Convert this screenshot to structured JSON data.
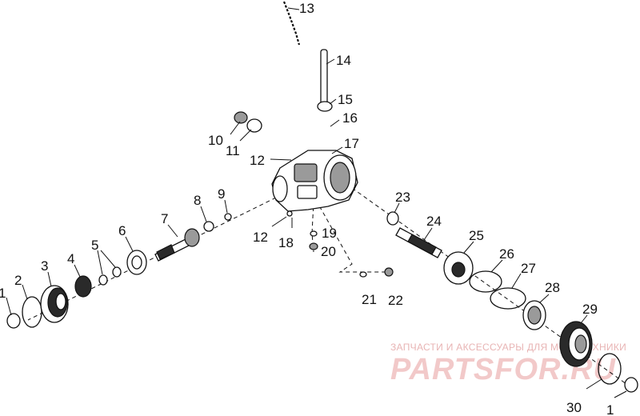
{
  "callouts": {
    "c1a": "1",
    "c2": "2",
    "c3": "3",
    "c4": "4",
    "c5": "5",
    "c6": "6",
    "c7": "7",
    "c8": "8",
    "c9": "9",
    "c10": "10",
    "c11": "11",
    "c12a": "12",
    "c12b": "12",
    "c13": "13",
    "c14": "14",
    "c15": "15",
    "c16": "16",
    "c17": "17",
    "c18": "18",
    "c19": "19",
    "c20": "20",
    "c21": "21",
    "c22": "22",
    "c23": "23",
    "c24": "24",
    "c25": "25",
    "c26": "26",
    "c27": "27",
    "c28": "28",
    "c29": "29",
    "c30": "30",
    "c1b": "1"
  },
  "watermark": {
    "tagline": "ЗАПЧАСТИ И АКСЕССУАРЫ ДЛЯ МОТОТЕХНИКИ",
    "logo": "PARTSFOR.RU"
  }
}
